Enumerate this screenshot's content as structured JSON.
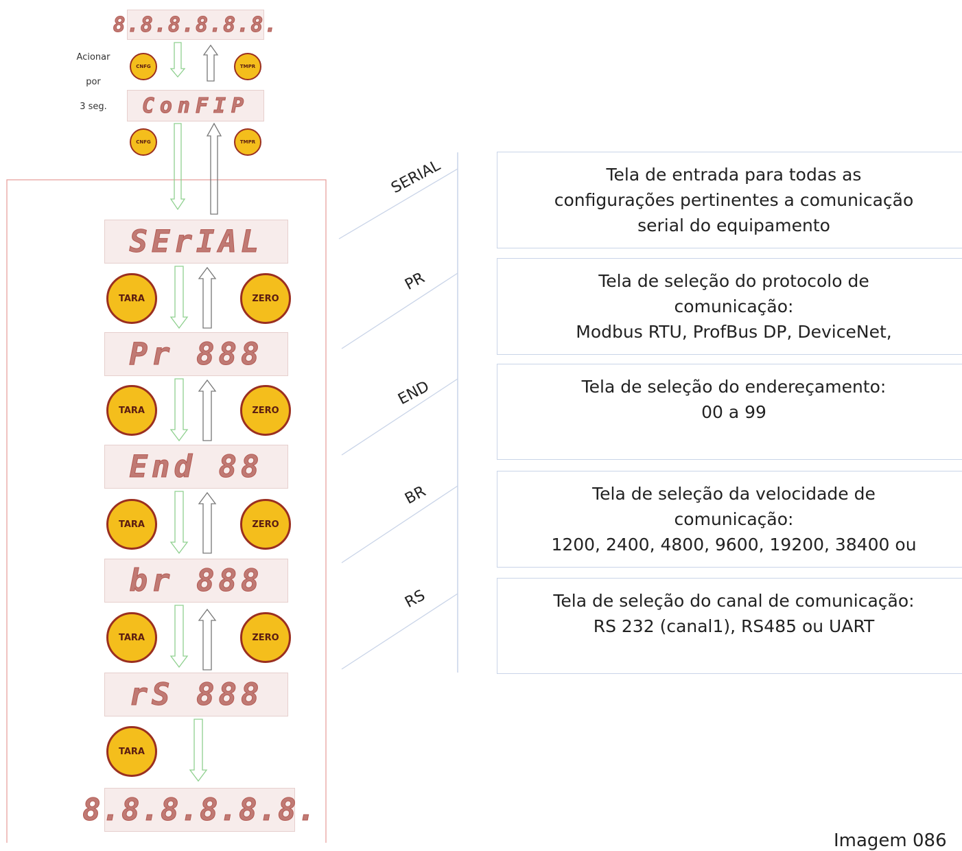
{
  "top": {
    "display_top": "8.8.8.8.8.8.",
    "note": [
      "Acionar",
      "por",
      "3 seg."
    ],
    "btn_cnfg": "CNFG",
    "btn_tmpr": "TMPR",
    "display_config": "ConFIP"
  },
  "menu": [
    {
      "display": "SErIAL",
      "label": "SERIAL",
      "desc": [
        "Tela de entrada para todas as",
        "configurações pertinentes a comunicação",
        "serial do equipamento"
      ]
    },
    {
      "display": "Pr 888",
      "label": "PR",
      "desc": [
        "Tela de seleção do protocolo de",
        "comunicação:",
        "Modbus RTU, ProfBus DP, DeviceNet,"
      ]
    },
    {
      "display": "End 88",
      "label": "END",
      "desc": [
        "Tela de seleção do endereçamento:",
        "00 a 99"
      ]
    },
    {
      "display": "br 888",
      "label": "BR",
      "desc": [
        "Tela de seleção da velocidade de",
        "comunicação:",
        "1200, 2400, 4800, 9600, 19200, 38400 ou"
      ]
    },
    {
      "display": "rS 888",
      "label": "RS",
      "desc": [
        "Tela de seleção do canal de comunicação:",
        "RS 232 (canal1), RS485 ou UART"
      ]
    }
  ],
  "buttons": {
    "tara": "TARA",
    "zero": "ZERO"
  },
  "display_bottom": "8.8.8.8.8.8.",
  "footer": "Imagem 086"
}
